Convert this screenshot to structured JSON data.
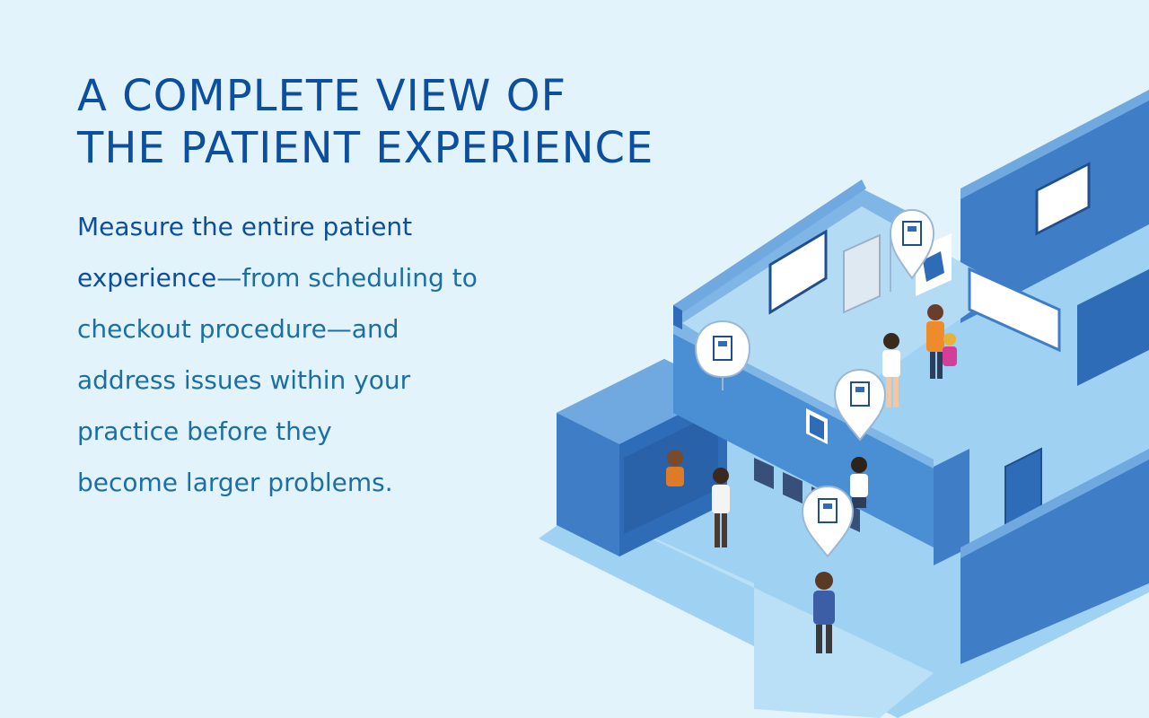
{
  "headline": {
    "line1": "A COMPLETE VIEW OF",
    "line2": "THE PATIENT EXPERIENCE"
  },
  "body": {
    "line1": "Measure the entire patient",
    "line2a": "experience",
    "line2b": "—from scheduling to",
    "line3": "checkout procedure—and",
    "line4": "address issues within your",
    "line5": "practice before they",
    "line6": "become larger problems."
  },
  "illustration": {
    "subject": "isometric clinic floor plan",
    "icons": [
      "survey-pin-icon",
      "brand-logo-icon",
      "whiteboard-icon",
      "door-icon",
      "chair-icon",
      "person-icon"
    ],
    "colors": {
      "background": "#e3f3fb",
      "headline": "#0d4f9f",
      "body": "#1c6fa3",
      "wall_top": "#4a8fd3",
      "wall_face": "#2f6cb8",
      "floor": "#9fd2f2"
    }
  }
}
